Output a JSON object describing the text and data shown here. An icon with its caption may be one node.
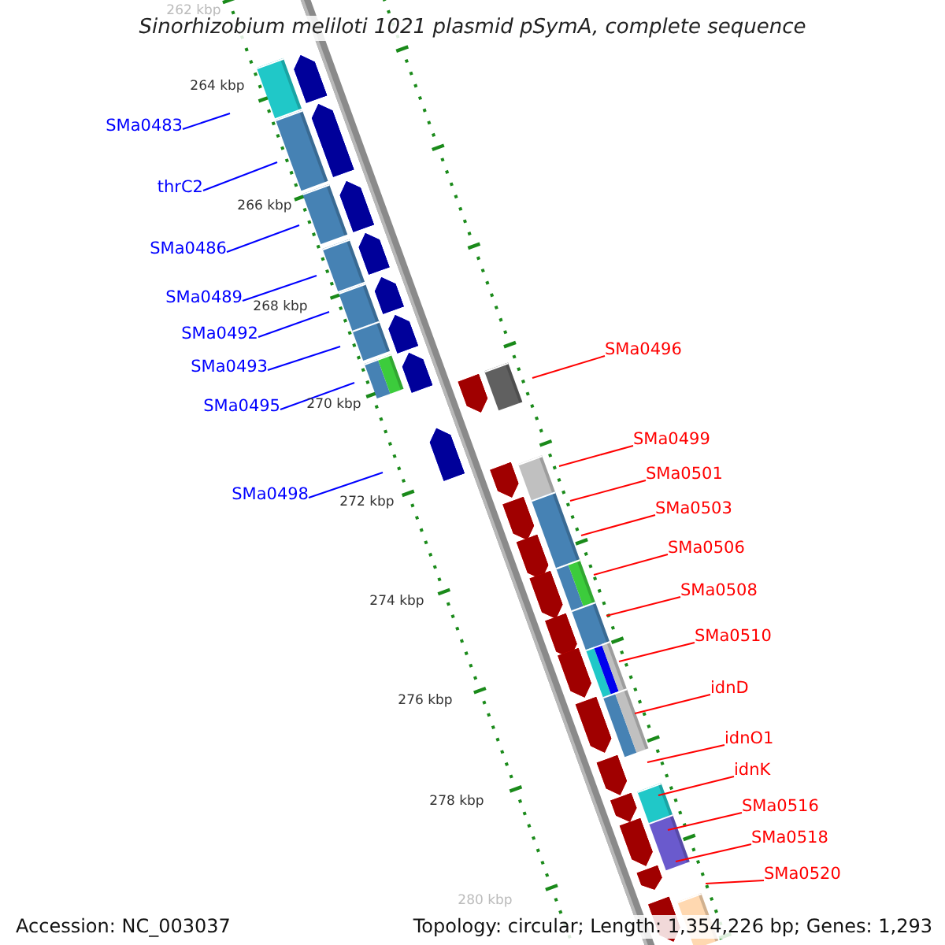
{
  "diagram": {
    "title": "Sinorhizobium meliloti 1021 plasmid pSymA, complete sequence",
    "nodes": [
      {
        "text": [
          "SMa0483"
        ]
      },
      {
        "text": [
          "thrC2"
        ]
      },
      {
        "text": [
          "SMa0486"
        ]
      },
      {
        "text": [
          "SMa0489"
        ]
      },
      {
        "text": [
          "SMa0492"
        ]
      },
      {
        "text": [
          "SMa0493"
        ]
      },
      {
        "text": [
          "SMa0495"
        ]
      },
      {
        "text": [
          "SMa0498"
        ]
      },
      {
        "text": [
          "SMa0496"
        ]
      },
      {
        "text": [
          "SMa0499"
        ]
      },
      {
        "text": [
          "SMa0501"
        ]
      },
      {
        "text": [
          "SMa0503"
        ]
      },
      {
        "text": [
          "SMa0506"
        ]
      },
      {
        "text": [
          "SMa0508"
        ]
      },
      {
        "text": [
          "SMa0510"
        ]
      },
      {
        "text": [
          "idnD"
        ]
      },
      {
        "text": [
          "idnO1"
        ]
      },
      {
        "text": [
          "idnK"
        ]
      },
      {
        "text": [
          "SMa0516"
        ]
      },
      {
        "text": [
          "SMa0518"
        ]
      },
      {
        "text": [
          "SMa0520"
        ]
      }
    ],
    "edges": [
      {
        "from": 0,
        "to": null,
        "arrow": "none",
        "color": "#0000ff"
      },
      {
        "from": 1,
        "to": null,
        "arrow": "none",
        "color": "#0000ff"
      },
      {
        "from": 2,
        "to": null,
        "arrow": "none",
        "color": "#0000ff"
      },
      {
        "from": 3,
        "to": null,
        "arrow": "none",
        "color": "#0000ff"
      },
      {
        "from": 4,
        "to": null,
        "arrow": "none",
        "color": "#0000ff"
      },
      {
        "from": 5,
        "to": null,
        "arrow": "none",
        "color": "#0000ff"
      },
      {
        "from": 6,
        "to": null,
        "arrow": "none",
        "color": "#0000ff"
      },
      {
        "from": 7,
        "to": null,
        "arrow": "none",
        "color": "#0000ff"
      },
      {
        "from": 8,
        "to": null,
        "arrow": "none"
      },
      {
        "from": 9,
        "to": null,
        "arrow": "none"
      },
      {
        "from": 10,
        "to": null,
        "arrow": "none"
      },
      {
        "from": 11,
        "to": null,
        "arrow": "none"
      },
      {
        "from": 12,
        "to": null,
        "arrow": "none"
      },
      {
        "from": 13,
        "to": null,
        "arrow": "none"
      },
      {
        "from": 14,
        "to": null,
        "arrow": "none"
      },
      {
        "from": 15,
        "to": null,
        "arrow": "none"
      },
      {
        "from": 16,
        "to": null,
        "arrow": "none"
      },
      {
        "from": 17,
        "to": null,
        "arrow": "none"
      },
      {
        "from": 18,
        "to": null,
        "arrow": "none"
      },
      {
        "from": 19,
        "to": null,
        "arrow": "none"
      },
      {
        "from": 20,
        "to": null,
        "arrow": "none"
      }
    ],
    "labels": [
      "262 kbp",
      "264 kbp",
      "266 kbp",
      "268 kbp",
      "270 kbp",
      "272 kbp",
      "274 kbp",
      "276 kbp",
      "278 kbp",
      "280 kbp",
      "Accession: NC_003037",
      "Topology: circular; Length: 1,354,226 bp; Genes: 1,293"
    ]
  }
}
